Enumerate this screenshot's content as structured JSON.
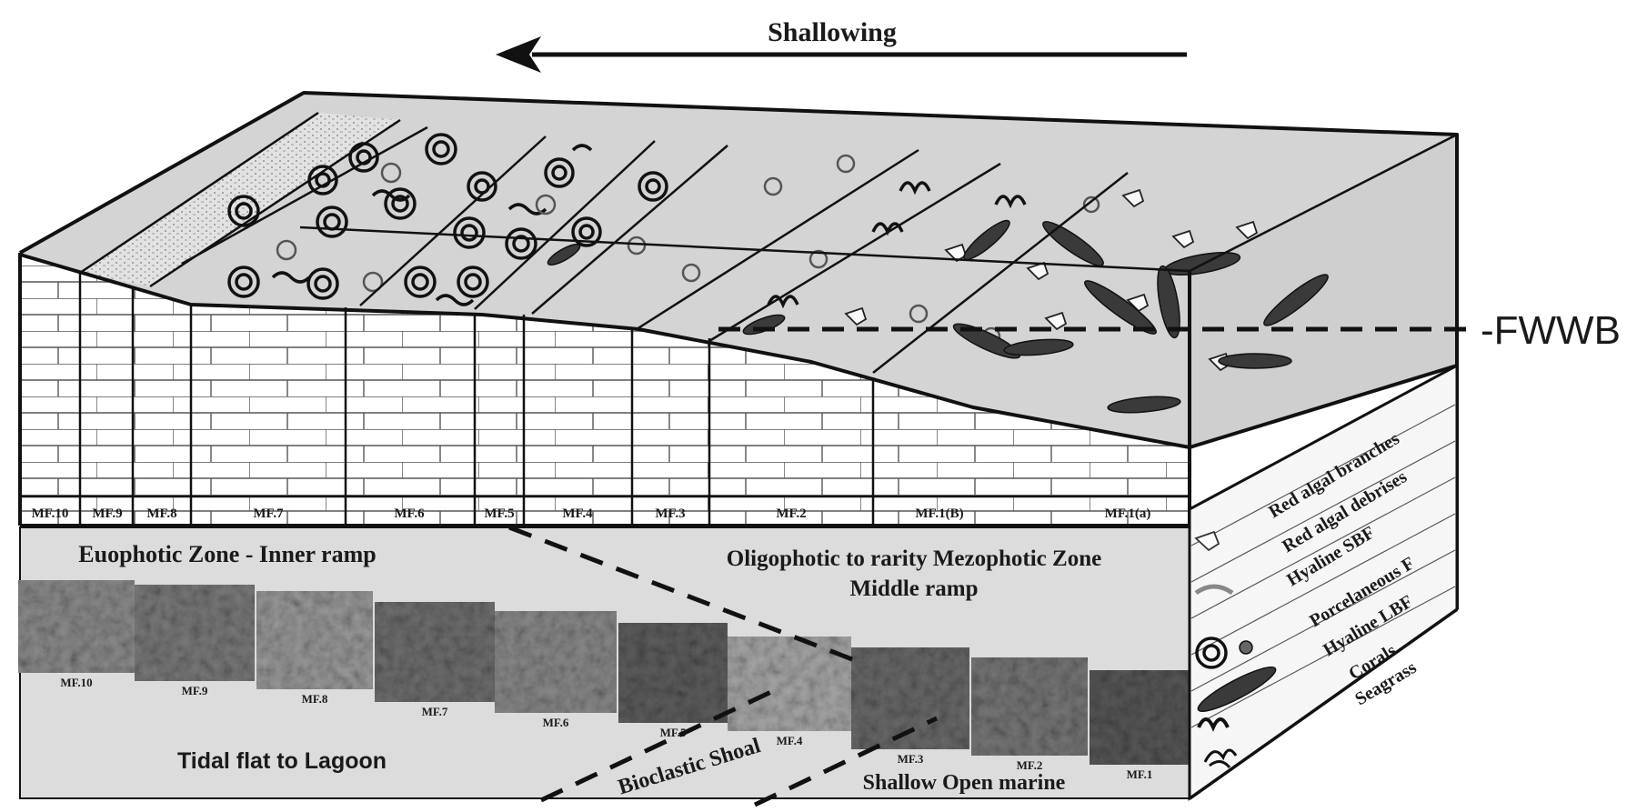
{
  "title": "Shallowing",
  "fwwb_label": "-FWWB",
  "zones": {
    "inner": "Euophotic Zone - Inner ramp",
    "middle_line1": "Oligophotic to rarity Mezophotic Zone",
    "middle_line2": "Middle ramp",
    "tidal": "Tidal flat to Lagoon",
    "shoal": "Bioclastic Shoal",
    "open_marine": "Shallow Open marine"
  },
  "facies_labels": [
    "MF.10",
    "MF.9",
    "MF.8",
    "MF.7",
    "MF.6",
    "MF.5",
    "MF.4",
    "MF.3",
    "MF.2",
    "MF.1(B)",
    "MF.1(a)"
  ],
  "photo_labels": [
    "MF.10",
    "MF.9",
    "MF.8",
    "MF.7",
    "MF.6",
    "MF.5",
    "MF.4",
    "MF.3",
    "MF.2",
    "MF.1"
  ],
  "photo_tones": [
    "#8c8c8c",
    "#7a7a7a",
    "#9a9a9a",
    "#6f6f6f",
    "#8a8a8a",
    "#5e5e5e",
    "#a8a8a8",
    "#6a6a6a",
    "#777777",
    "#585858"
  ],
  "legend": [
    {
      "icon": "red-algal-branches-icon",
      "label": "Red algal branches"
    },
    {
      "icon": "red-algal-debris-icon",
      "label": "Red algal debrises"
    },
    {
      "icon": "hyaline-sbf-icon",
      "label": "Hyaline SBF"
    },
    {
      "icon": "porcelaneous-foram-icon",
      "label": "Porcelaneous F"
    },
    {
      "icon": "hyaline-lbf-icon",
      "label": "Hyaline LBF"
    },
    {
      "icon": "corals-icon",
      "label": "Corals"
    },
    {
      "icon": "seagrass-icon",
      "label": "Seagrass"
    }
  ],
  "colors": {
    "surface": "#d4d4d4",
    "front_panel": "#dcdcdc",
    "side_panel": "#f6f6f6",
    "ink": "#111111"
  }
}
